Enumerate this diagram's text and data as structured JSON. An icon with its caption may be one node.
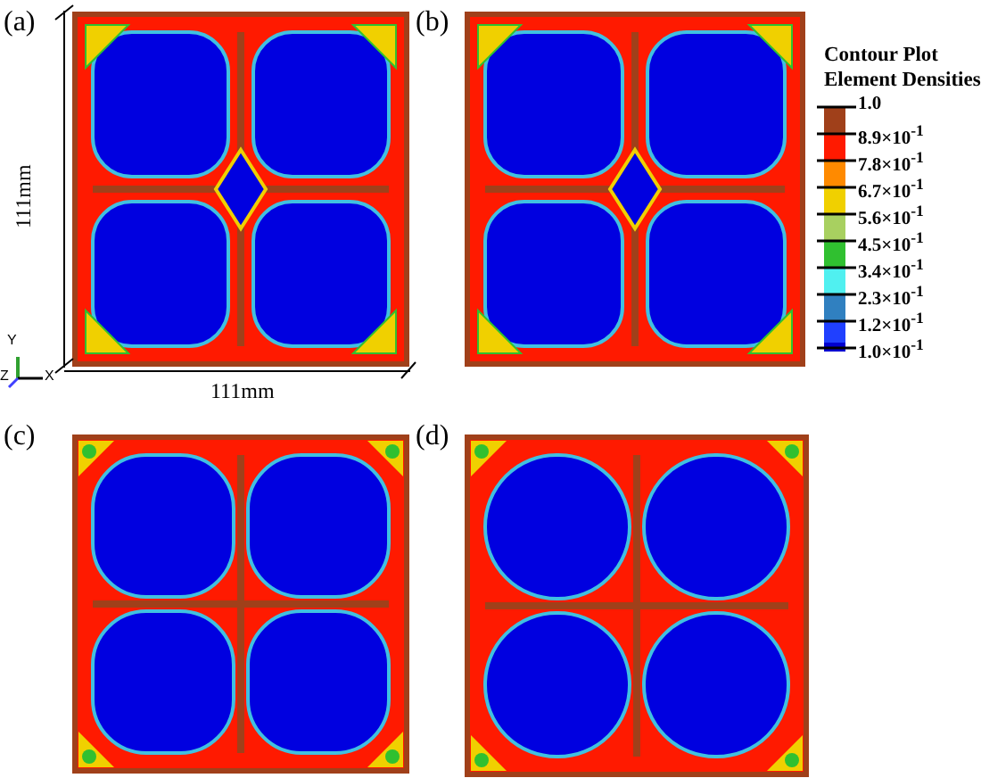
{
  "diagram": {
    "labels": [
      "(a)",
      "(b)",
      "111mm",
      "111mm",
      "Y",
      "Z",
      "X",
      "(c)",
      "(d)",
      "Contour Plot",
      "Element Densities"
    ],
    "legend": [
      {
        "text": "1.0",
        "color": "#a0401a"
      },
      {
        "text": "8.9×10$^{-1}$",
        "color": "#ff1a00"
      },
      {
        "text": "7.8×10$^{-1}$",
        "color": "#ff8a00"
      },
      {
        "text": "6.7×10$^{-1}$",
        "color": "#f0d000"
      },
      {
        "text": "5.6×10$^{-1}$",
        "color": "#a8d060"
      },
      {
        "text": "4.5×10$^{-1}$",
        "color": "#30c030"
      },
      {
        "text": "3.4×10$^{-1}$",
        "color": "#50f0f0"
      },
      {
        "text": "2.3×10$^{-1}$",
        "color": "#3080c0"
      },
      {
        "text": "1.2×10$^{-1}$",
        "color": "#2040ff"
      },
      {
        "text": "1.0×10$^{-1}$",
        "color": "#0000d0"
      }
    ]
  }
}
